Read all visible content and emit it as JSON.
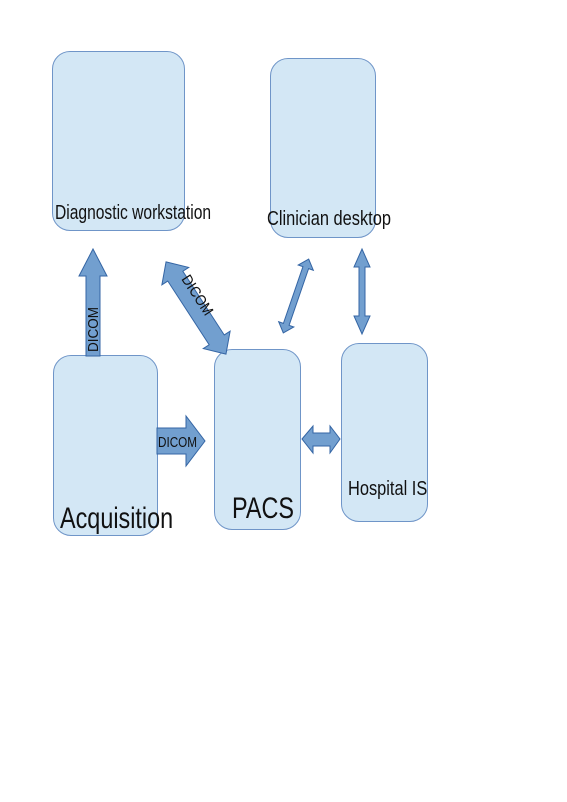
{
  "nodes": {
    "diagnostic": "Diagnostic workstation",
    "clinician": "Clinician desktop",
    "acquisition": "Acquisition",
    "pacs": "PACS",
    "hospital": "Hospital IS"
  },
  "edges": {
    "acq_to_diag": "DICOM",
    "diag_pacs": "DICOM",
    "acq_to_pacs": "DICOM"
  },
  "colors": {
    "box_fill": "#d3e7f5",
    "box_border": "#6f95c8",
    "arrow_fill": "#729fcf",
    "arrow_stroke": "#3465a4"
  }
}
